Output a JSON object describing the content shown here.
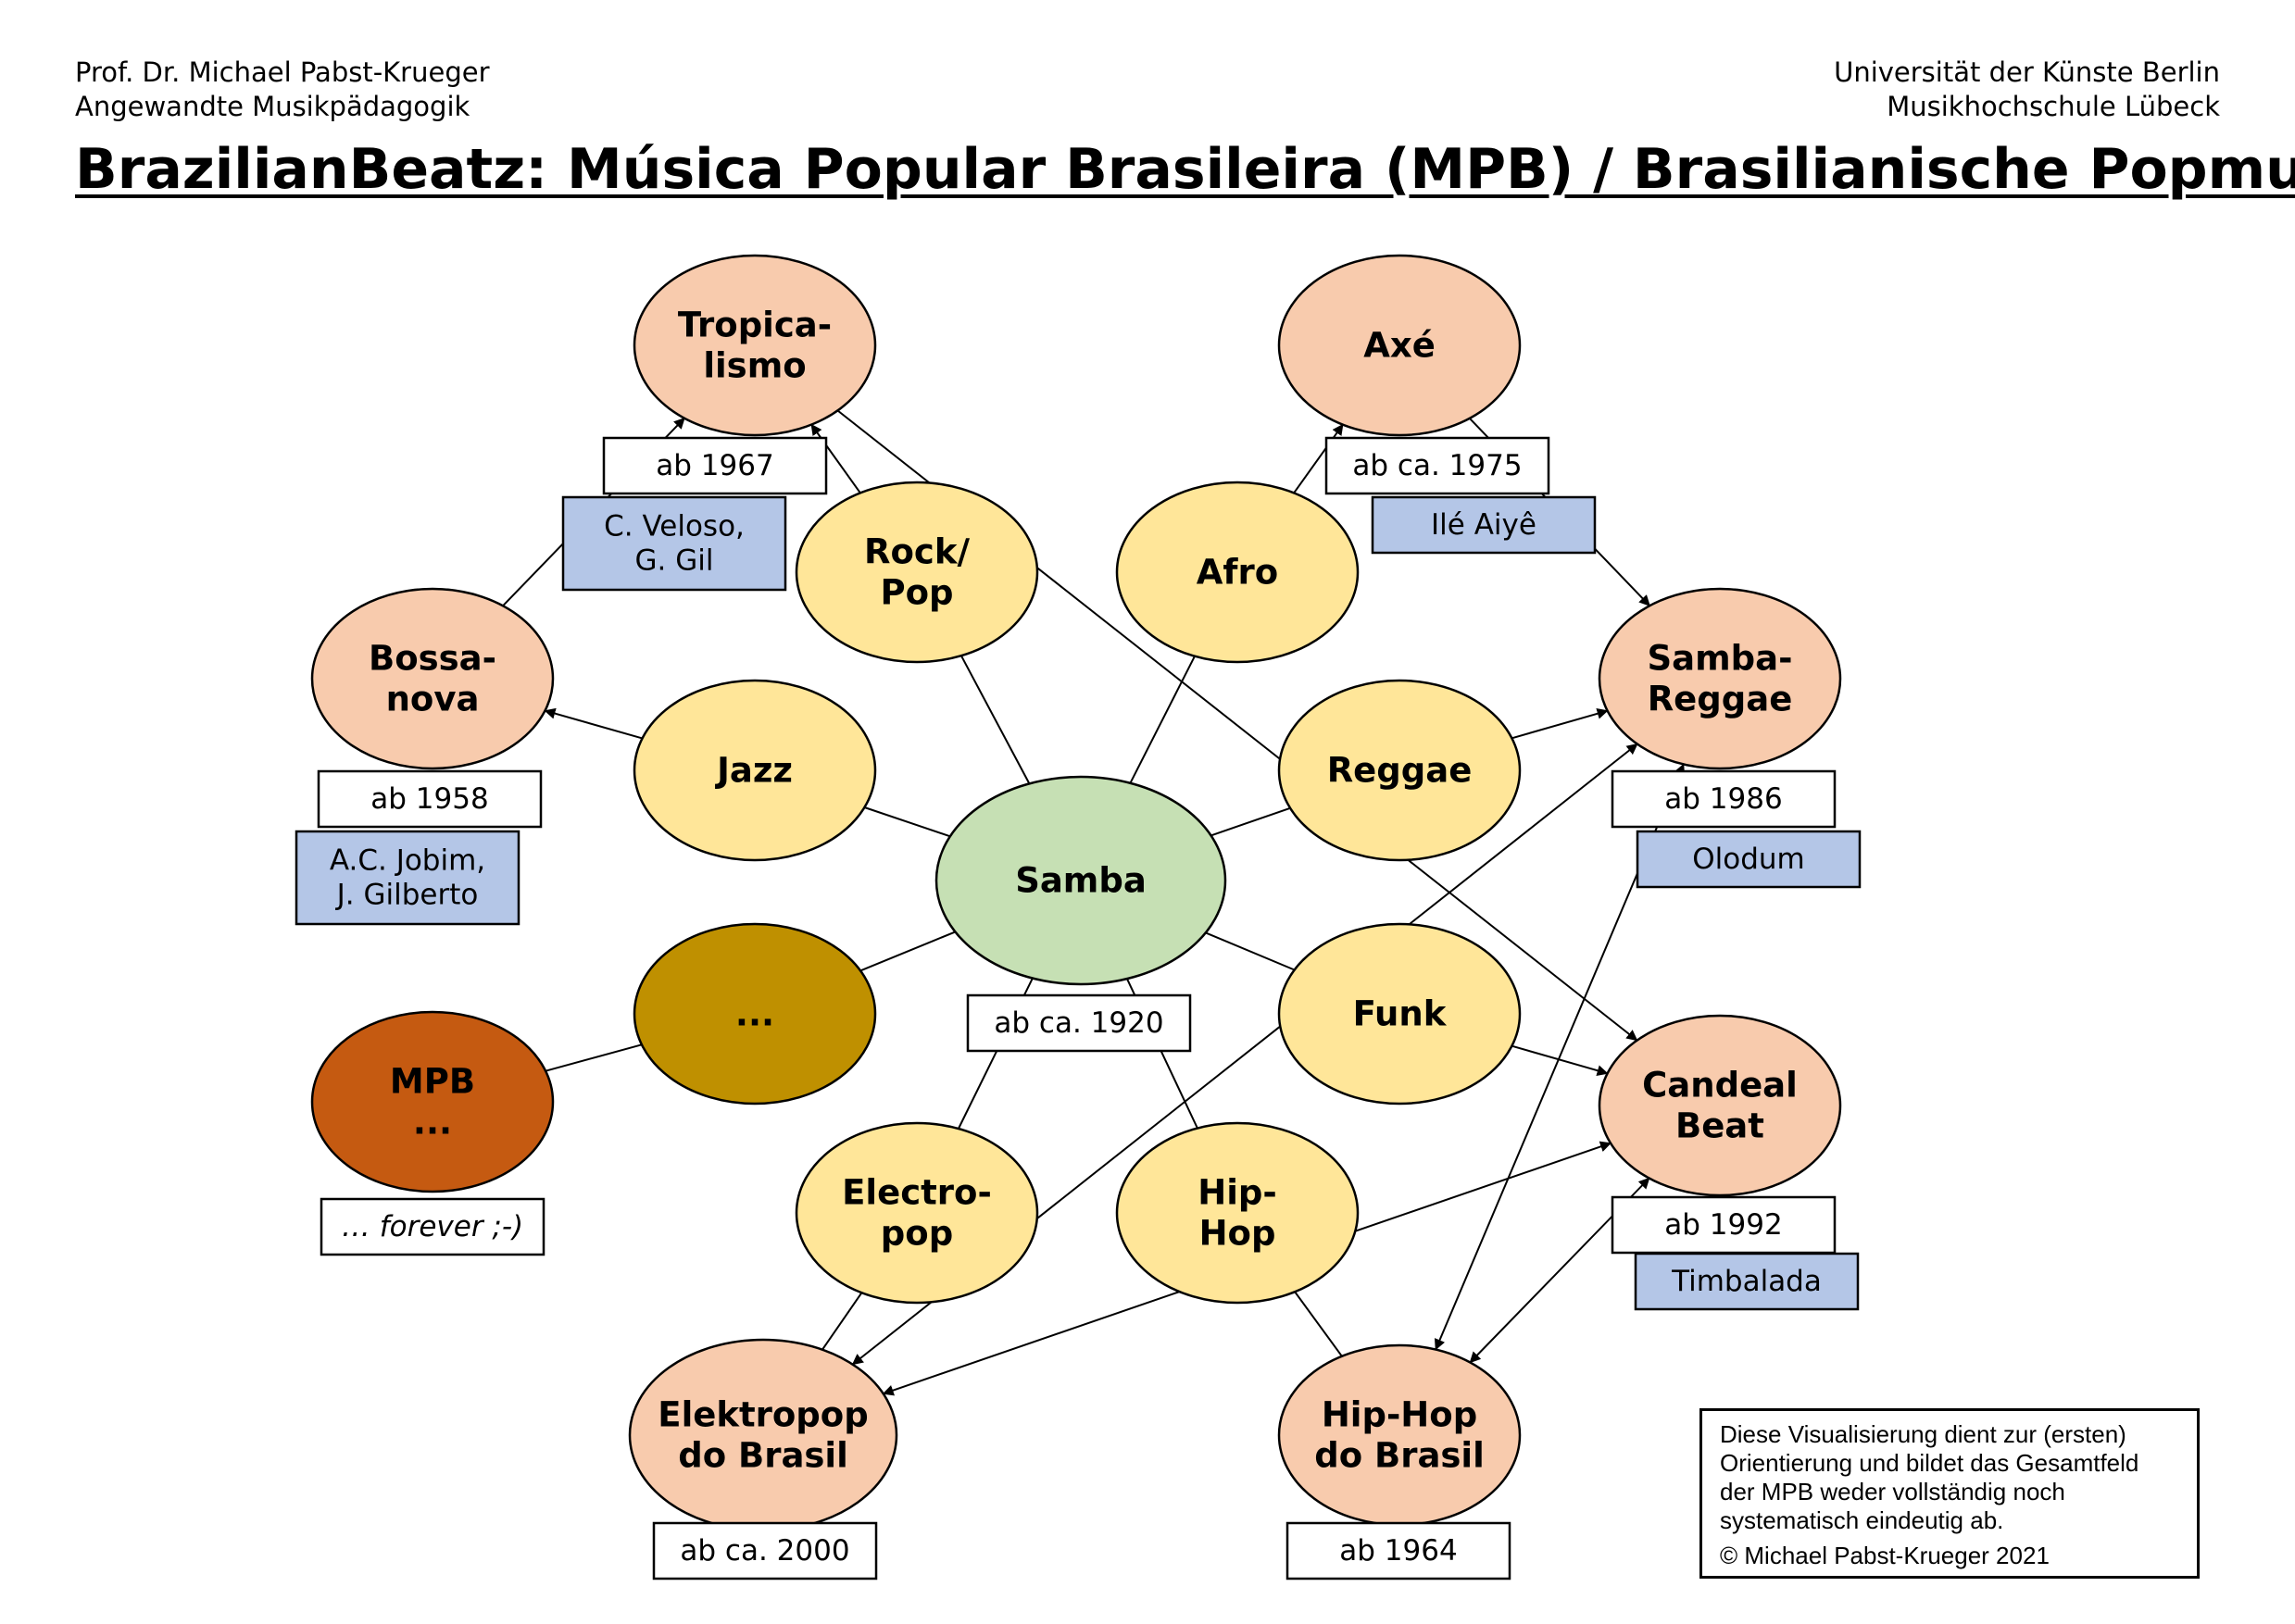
{
  "header": {
    "author": "Prof. Dr. Michael Pabst-Krueger",
    "department": "Angewandte Musikpädagogik",
    "university": "Universität der Künste Berlin",
    "school": "Musikhochschule Lübeck"
  },
  "title": "BrazilianBeatz: Música Popular Brasileira (MPB) / Brasilianische Popmusik",
  "colors": {
    "center": "#c6e0b4",
    "style": "#ffe699",
    "brazilian": "#f8cbad",
    "other": "#bf9000",
    "mpb": "#c55a11",
    "artist_box": "#b4c6e7",
    "line": "#000000"
  },
  "nodes": [
    {
      "id": "samba",
      "lines": [
        "Samba"
      ],
      "kind": "center"
    },
    {
      "id": "tropicalismo",
      "lines": [
        "Tropica-",
        "lismo"
      ],
      "kind": "brazilian"
    },
    {
      "id": "axe",
      "lines": [
        "Axé"
      ],
      "kind": "brazilian"
    },
    {
      "id": "rock-pop",
      "lines": [
        "Rock/",
        "Pop"
      ],
      "kind": "style"
    },
    {
      "id": "afro",
      "lines": [
        "Afro"
      ],
      "kind": "style"
    },
    {
      "id": "bossanova",
      "lines": [
        "Bossa-",
        "nova"
      ],
      "kind": "brazilian"
    },
    {
      "id": "jazz",
      "lines": [
        "Jazz"
      ],
      "kind": "style"
    },
    {
      "id": "samba-reggae",
      "lines": [
        "Samba-",
        "Reggae"
      ],
      "kind": "brazilian"
    },
    {
      "id": "reggae",
      "lines": [
        "Reggae"
      ],
      "kind": "style"
    },
    {
      "id": "other",
      "lines": [
        "..."
      ],
      "kind": "other"
    },
    {
      "id": "mpb",
      "lines": [
        "MPB",
        "..."
      ],
      "kind": "mpb"
    },
    {
      "id": "funk",
      "lines": [
        "Funk"
      ],
      "kind": "style"
    },
    {
      "id": "candeal-beat",
      "lines": [
        "Candeal",
        "Beat"
      ],
      "kind": "brazilian"
    },
    {
      "id": "electropop",
      "lines": [
        "Electro-",
        "pop"
      ],
      "kind": "style"
    },
    {
      "id": "hip-hop",
      "lines": [
        "Hip-",
        "Hop"
      ],
      "kind": "style"
    },
    {
      "id": "elektropop-do-brasil",
      "lines": [
        "Elektropop",
        "do Brasil"
      ],
      "kind": "brazilian"
    },
    {
      "id": "hip-hop-do-brasil",
      "lines": [
        "Hip-Hop",
        "do Brasil"
      ],
      "kind": "brazilian"
    }
  ],
  "boxes": [
    {
      "id": "tropicalismo-date",
      "lines": [
        "ab 1967"
      ],
      "kind": "date"
    },
    {
      "id": "tropicalismo-artists",
      "lines": [
        "C. Veloso,",
        "G. Gil"
      ],
      "kind": "artist"
    },
    {
      "id": "axe-date",
      "lines": [
        "ab ca. 1975"
      ],
      "kind": "date"
    },
    {
      "id": "axe-artists",
      "lines": [
        "Ilé Aiyê"
      ],
      "kind": "artist"
    },
    {
      "id": "bossanova-date",
      "lines": [
        "ab 1958"
      ],
      "kind": "date"
    },
    {
      "id": "bossanova-artists",
      "lines": [
        "A.C. Jobim,",
        "J. Gilberto"
      ],
      "kind": "artist"
    },
    {
      "id": "samba-reggae-date",
      "lines": [
        "ab 1986"
      ],
      "kind": "date"
    },
    {
      "id": "samba-reggae-artists",
      "lines": [
        "Olodum"
      ],
      "kind": "artist"
    },
    {
      "id": "samba-date",
      "lines": [
        "ab ca. 1920"
      ],
      "kind": "date"
    },
    {
      "id": "mpb-note",
      "lines": [
        "… forever ;-)"
      ],
      "kind": "italic"
    },
    {
      "id": "candeal-beat-date",
      "lines": [
        "ab 1992"
      ],
      "kind": "date"
    },
    {
      "id": "candeal-beat-artists",
      "lines": [
        "Timbalada"
      ],
      "kind": "artist"
    },
    {
      "id": "elektropop-do-brasil-date",
      "lines": [
        "ab ca. 2000"
      ],
      "kind": "date"
    },
    {
      "id": "hip-hop-do-brasil-date",
      "lines": [
        "ab 1964"
      ],
      "kind": "date"
    }
  ],
  "edges": [
    {
      "from": "samba",
      "to": "rock-pop",
      "arrow": "none"
    },
    {
      "from": "samba",
      "to": "afro",
      "arrow": "none"
    },
    {
      "from": "samba",
      "to": "jazz",
      "arrow": "none"
    },
    {
      "from": "samba",
      "to": "reggae",
      "arrow": "none"
    },
    {
      "from": "samba",
      "to": "other",
      "arrow": "none"
    },
    {
      "from": "samba",
      "to": "funk",
      "arrow": "none"
    },
    {
      "from": "samba",
      "to": "electropop",
      "arrow": "none"
    },
    {
      "from": "samba",
      "to": "hip-hop",
      "arrow": "none"
    },
    {
      "from": "mpb",
      "to": "other",
      "arrow": "none"
    },
    {
      "from": "bossanova",
      "to": "tropicalismo",
      "arrow": "end"
    },
    {
      "from": "rock-pop",
      "to": "tropicalismo",
      "arrow": "end"
    },
    {
      "from": "jazz",
      "to": "bossanova",
      "arrow": "end"
    },
    {
      "from": "afro",
      "to": "axe",
      "arrow": "end"
    },
    {
      "from": "axe",
      "to": "samba-reggae",
      "arrow": "end"
    },
    {
      "from": "reggae",
      "to": "samba-reggae",
      "arrow": "end"
    },
    {
      "from": "tropicalismo",
      "to": "candeal-beat",
      "arrow": "end"
    },
    {
      "from": "funk",
      "to": "candeal-beat",
      "arrow": "end"
    },
    {
      "from": "electropop",
      "to": "elektropop-do-brasil",
      "arrow": "none"
    },
    {
      "from": "hip-hop",
      "to": "hip-hop-do-brasil",
      "arrow": "none"
    },
    {
      "from": "samba-reggae",
      "to": "elektropop-do-brasil",
      "arrow": "both"
    },
    {
      "from": "candeal-beat",
      "to": "elektropop-do-brasil",
      "arrow": "both"
    },
    {
      "from": "samba-reggae",
      "to": "hip-hop-do-brasil",
      "arrow": "both"
    },
    {
      "from": "candeal-beat",
      "to": "hip-hop-do-brasil",
      "arrow": "both"
    }
  ],
  "note": {
    "lines": [
      "Diese Visualisierung dient zur (ersten)",
      "Orientierung und bildet das Gesamtfeld",
      "der MPB weder vollständig noch",
      "systematisch eindeutig ab."
    ],
    "copyright": "© Michael Pabst-Krueger 2021"
  }
}
